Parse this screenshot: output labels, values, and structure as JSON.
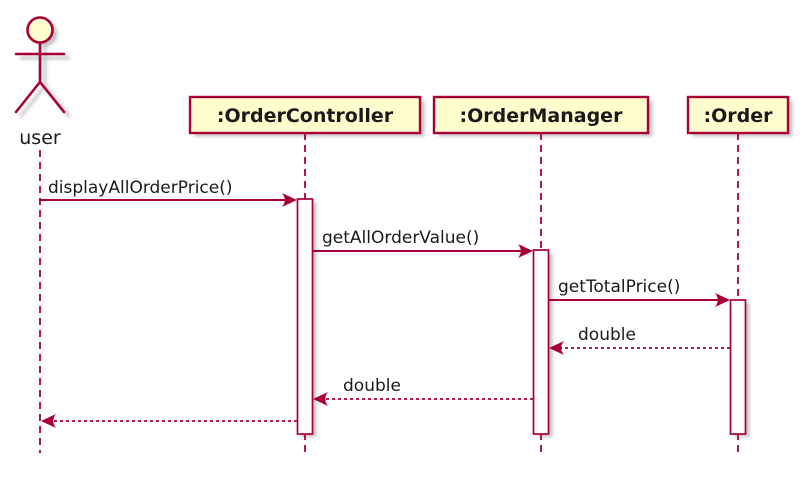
{
  "colors": {
    "accent": "#A80036",
    "participant_fill": "#FEFECE",
    "activation_fill": "#FFFFFF",
    "text": "#1A1A1A",
    "shadow": "#8B8B8B",
    "background": "#FFFFFF"
  },
  "diagram": {
    "type": "uml-sequence-diagram",
    "actor": {
      "label": "user"
    },
    "participants": [
      {
        "label": ":OrderController"
      },
      {
        "label": ":OrderManager"
      },
      {
        "label": ":Order"
      }
    ],
    "messages": [
      {
        "from": "user",
        "to": ":OrderController",
        "label": "displayAllOrderPrice()",
        "style": "solid-call"
      },
      {
        "from": ":OrderController",
        "to": ":OrderManager",
        "label": "getAllOrderValue()",
        "style": "solid-call"
      },
      {
        "from": ":OrderManager",
        "to": ":Order",
        "label": "getTotalPrice()",
        "style": "solid-call"
      },
      {
        "from": ":Order",
        "to": ":OrderManager",
        "label": "double",
        "style": "dashed-return"
      },
      {
        "from": ":OrderManager",
        "to": ":OrderController",
        "label": "double",
        "style": "dashed-return"
      },
      {
        "from": ":OrderController",
        "to": "user",
        "label": "",
        "style": "dashed-return"
      }
    ]
  }
}
